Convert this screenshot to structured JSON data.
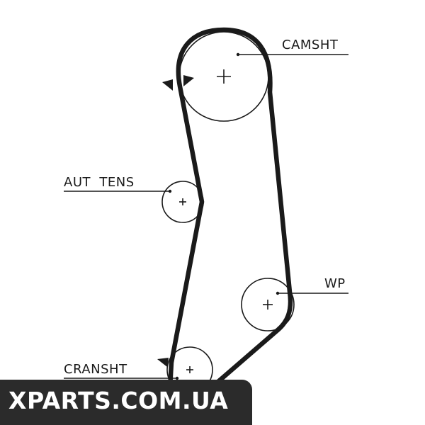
{
  "labels": {
    "camshaft": "CAMSHT",
    "tensioner": "AUT  TENS",
    "water_pump": "WP",
    "crankshaft": "CRANSHT"
  },
  "watermark": "XPARTS.COM.UA",
  "colors": {
    "belt": "#1a1a1a",
    "watermark_bg": "#2b2b2b",
    "watermark_text": "#ffffff"
  }
}
